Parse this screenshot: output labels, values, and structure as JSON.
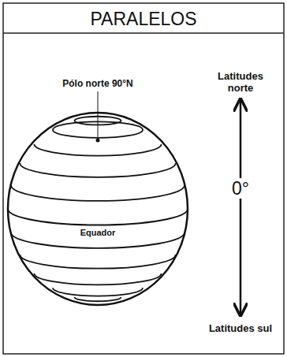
{
  "diagram": {
    "title": "PARALELOS",
    "labels": [
      "Pólo norte 90°N",
      "Latitudes norte",
      "0°",
      "Equador",
      "Latitudes sul"
    ]
  }
}
